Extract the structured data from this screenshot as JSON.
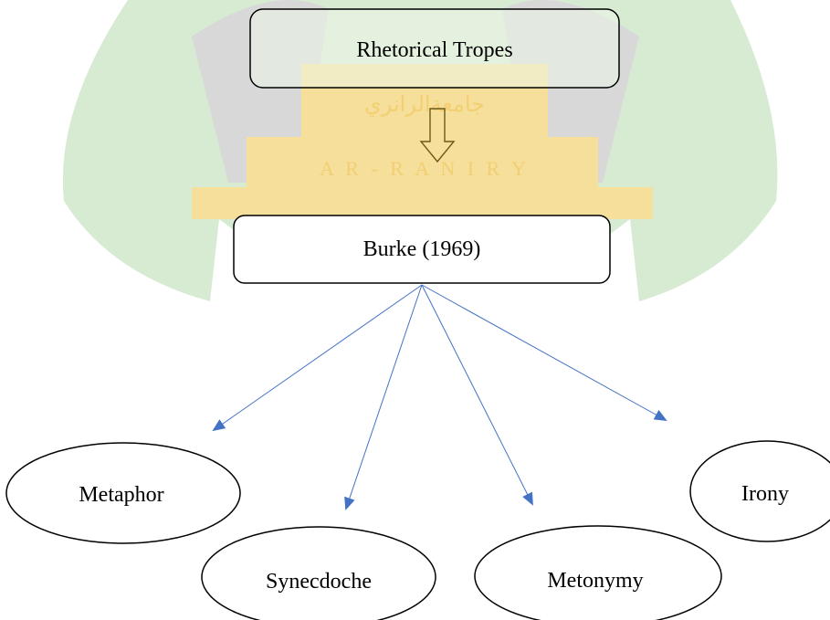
{
  "colors": {
    "watermark_green": "#d7ebd3",
    "watermark_gray": "#d8d8d8",
    "watermark_gold": "#f6df9a",
    "watermark_gold_text": "#f0c968",
    "root_fill": "#ecf5e8",
    "arrow_blue": "#4472c4",
    "outline": "#000000"
  },
  "watermark": {
    "arabic_text": "جامعةالرانري",
    "latin_text": "A R - R A N I R Y"
  },
  "diagram": {
    "root": {
      "label": "Rhetorical Tropes"
    },
    "connector": {
      "icon": "hollow-down-arrow-icon"
    },
    "source": {
      "label": "Burke (1969)"
    },
    "tropes": [
      {
        "label": "Metaphor"
      },
      {
        "label": "Synecdoche"
      },
      {
        "label": "Metonymy"
      },
      {
        "label": "Irony"
      }
    ]
  }
}
